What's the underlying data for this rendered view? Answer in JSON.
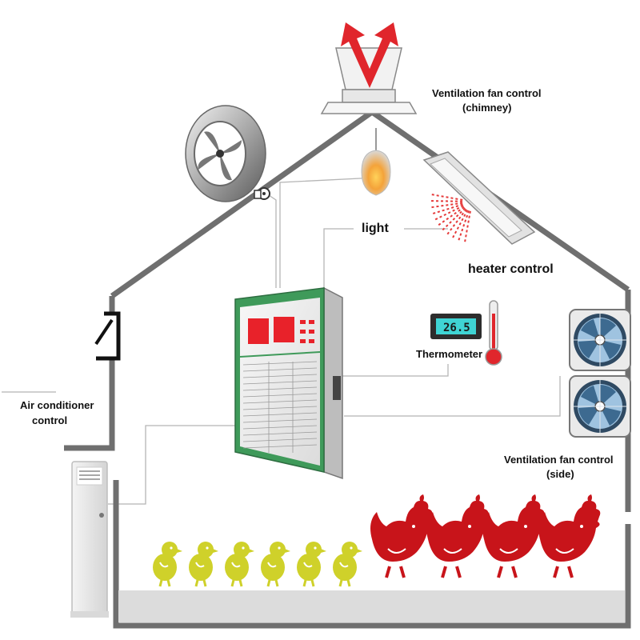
{
  "labels": {
    "chimney_fan": [
      "Ventilation fan control",
      "(chimney)"
    ],
    "light": "light",
    "heater": "heater control",
    "thermometer": "Thermometer",
    "thermo_reading": "26.5",
    "air_conditioner": [
      "Air conditioner",
      "control"
    ],
    "side_fan": [
      "Ventilation fan control",
      "(side)"
    ]
  },
  "colors": {
    "wall": "#6f6f6f",
    "arrow_red": "#e0262c",
    "chick": "#cfd12a",
    "hen": "#c8141a",
    "controller_green": "#3f9a5a",
    "display_red": "#e8222a",
    "heater_ray": "#e53a3a",
    "lcd": "#3fd4d4"
  },
  "icons": {
    "chimney": "chimney-fan-icon",
    "roof_fan": "exhaust-fan-icon",
    "light": "light-bulb-icon",
    "heater": "heater-panel-icon",
    "controller": "controller-panel-icon",
    "thermometer": "thermometer-icon",
    "side_fan": "side-fan-icon",
    "ac": "air-conditioner-icon",
    "chick": "chick-icon",
    "hen": "hen-icon"
  },
  "animals": {
    "chick_count": 6,
    "hen_count": 4
  }
}
